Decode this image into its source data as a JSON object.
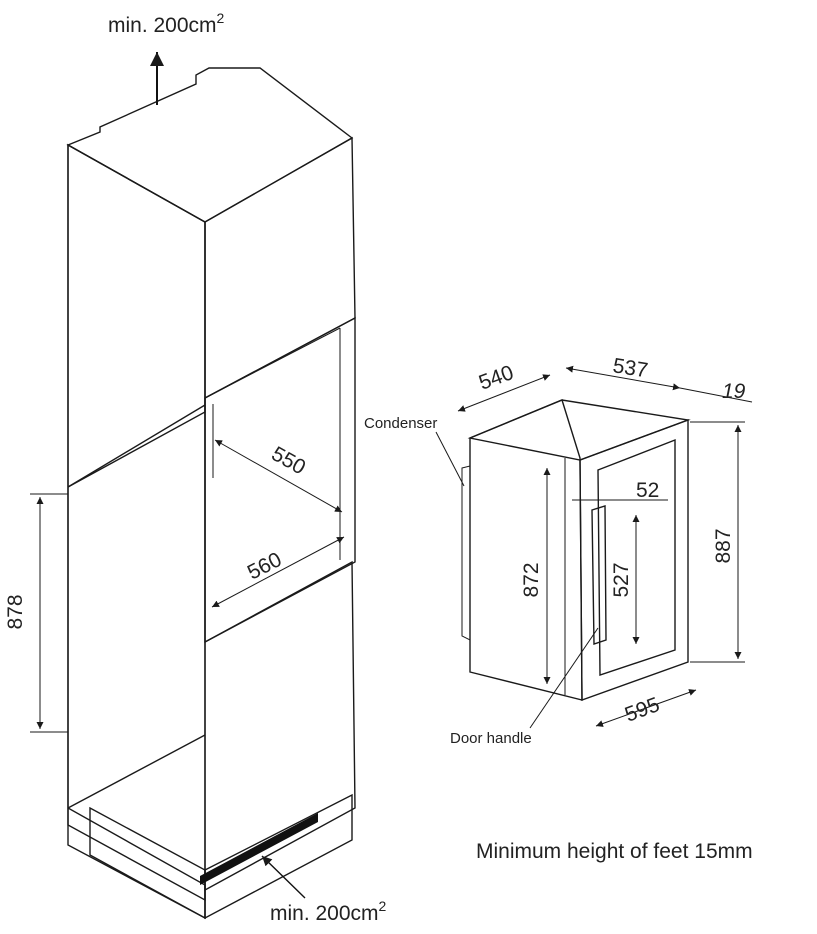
{
  "vent_top": {
    "label": "min. 200cm",
    "sup": "2"
  },
  "vent_bottom": {
    "label": "min. 200cm",
    "sup": "2"
  },
  "niche": {
    "depth": "550",
    "width": "560",
    "height": "878"
  },
  "appliance": {
    "depth": "540",
    "top_width": "537",
    "door_thickness": "19",
    "handle_offset": "52",
    "body_height": "872",
    "handle_length": "527",
    "total_height": "887",
    "width": "595"
  },
  "labels": {
    "condenser": "Condenser",
    "door_handle": "Door handle"
  },
  "note": "Minimum height of feet 15mm"
}
